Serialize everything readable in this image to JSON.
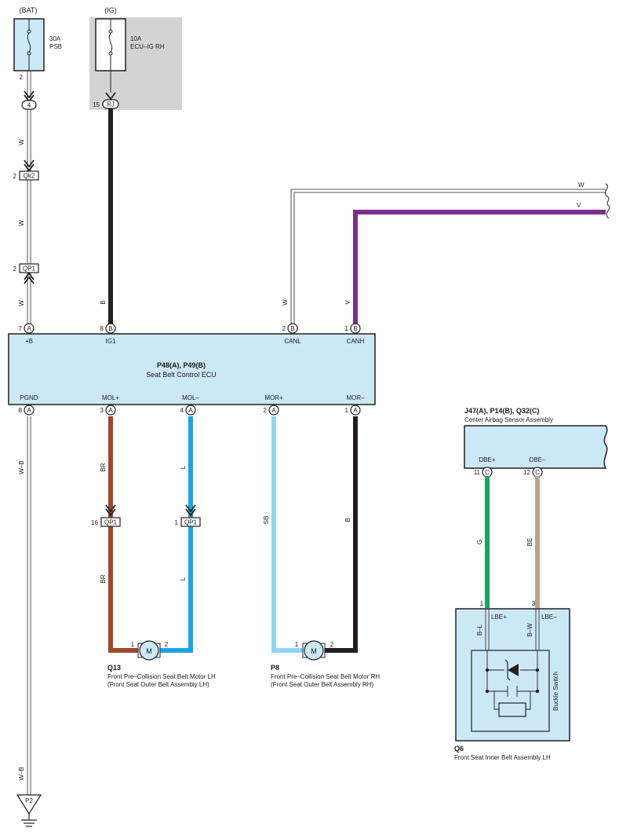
{
  "colors": {
    "black": "#231f20",
    "brown": "#a0472c",
    "blue": "#1aa3e8",
    "sky": "#8fd3f5",
    "purple": "#7a2e8e",
    "green": "#17a65a",
    "beige": "#b7a48f",
    "box_fill": "#cbe8f7",
    "ig_zone": "#d3d3d3"
  },
  "bat": {
    "label": "(BAT)",
    "fuse_rating": "30A",
    "fuse_name": "PSB",
    "pin": "2"
  },
  "ig": {
    "label": "(IG)",
    "fuse_rating": "10A",
    "fuse_name": "ECU–IG RH",
    "conn_pin": "15",
    "conn_name": "RJ"
  },
  "connectors": {
    "c4": "4",
    "qk2": {
      "pin": "2",
      "name": "Qk2"
    },
    "qp1_top": {
      "pin": "2",
      "name": "QP1"
    },
    "qp1_brown": {
      "pin": "16",
      "name": "QP1"
    },
    "qp1_blue": {
      "pin": "1",
      "name": "QP1"
    }
  },
  "wire_labels": {
    "w": "W",
    "b": "B",
    "v": "V",
    "br": "BR",
    "l": "L",
    "sb": "SB",
    "wb": "W–B",
    "g": "G",
    "be": "BE",
    "bl": "B–L",
    "bw": "B–W"
  },
  "ecu": {
    "id": "P48(A), P49(B)",
    "name": "Seat Belt Control ECU",
    "top_pins": [
      {
        "num": "7",
        "conn": "A",
        "name": "+B"
      },
      {
        "num": "8",
        "conn": "B",
        "name": "IG1"
      },
      {
        "num": "2",
        "conn": "B",
        "name": "CANL"
      },
      {
        "num": "1",
        "conn": "B",
        "name": "CANH"
      }
    ],
    "bottom_pins": [
      {
        "num": "8",
        "conn": "A",
        "name": "PGND"
      },
      {
        "num": "3",
        "conn": "A",
        "name": "MOL+"
      },
      {
        "num": "4",
        "conn": "A",
        "name": "MOL–"
      },
      {
        "num": "2",
        "conn": "A",
        "name": "MOR+"
      },
      {
        "num": "1",
        "conn": "A",
        "name": "MOR–"
      }
    ]
  },
  "motor_lh": {
    "id": "Q13",
    "name": "Front Pre–Collision Seat Belt Motor LH",
    "sub": "(Front Seat Outer Belt Assembly LH)",
    "symbol": "M",
    "pin1": "1",
    "pin2": "2"
  },
  "motor_rh": {
    "id": "P8",
    "name": "Front Pre–Collision Seat Belt Motor RH",
    "sub": "(Front Seat Outer Belt Assembly RH)",
    "symbol": "M",
    "pin1": "1",
    "pin2": "2"
  },
  "airbag": {
    "id": "J47(A), P14(B), Q32(C)",
    "name": "Center Airbag Sensor Assembly",
    "pins": [
      {
        "num": "11",
        "conn": "C",
        "name": "DBE+"
      },
      {
        "num": "12",
        "conn": "C",
        "name": "DBE–"
      }
    ]
  },
  "buckle": {
    "id": "Q6",
    "name": "Front Seat Inner Belt Assembly LH",
    "switch": "Buckle Switch",
    "pins": [
      {
        "num": "1",
        "name": "LBE+"
      },
      {
        "num": "3",
        "name": "LBE–"
      }
    ]
  },
  "ground": {
    "name": "P2"
  }
}
